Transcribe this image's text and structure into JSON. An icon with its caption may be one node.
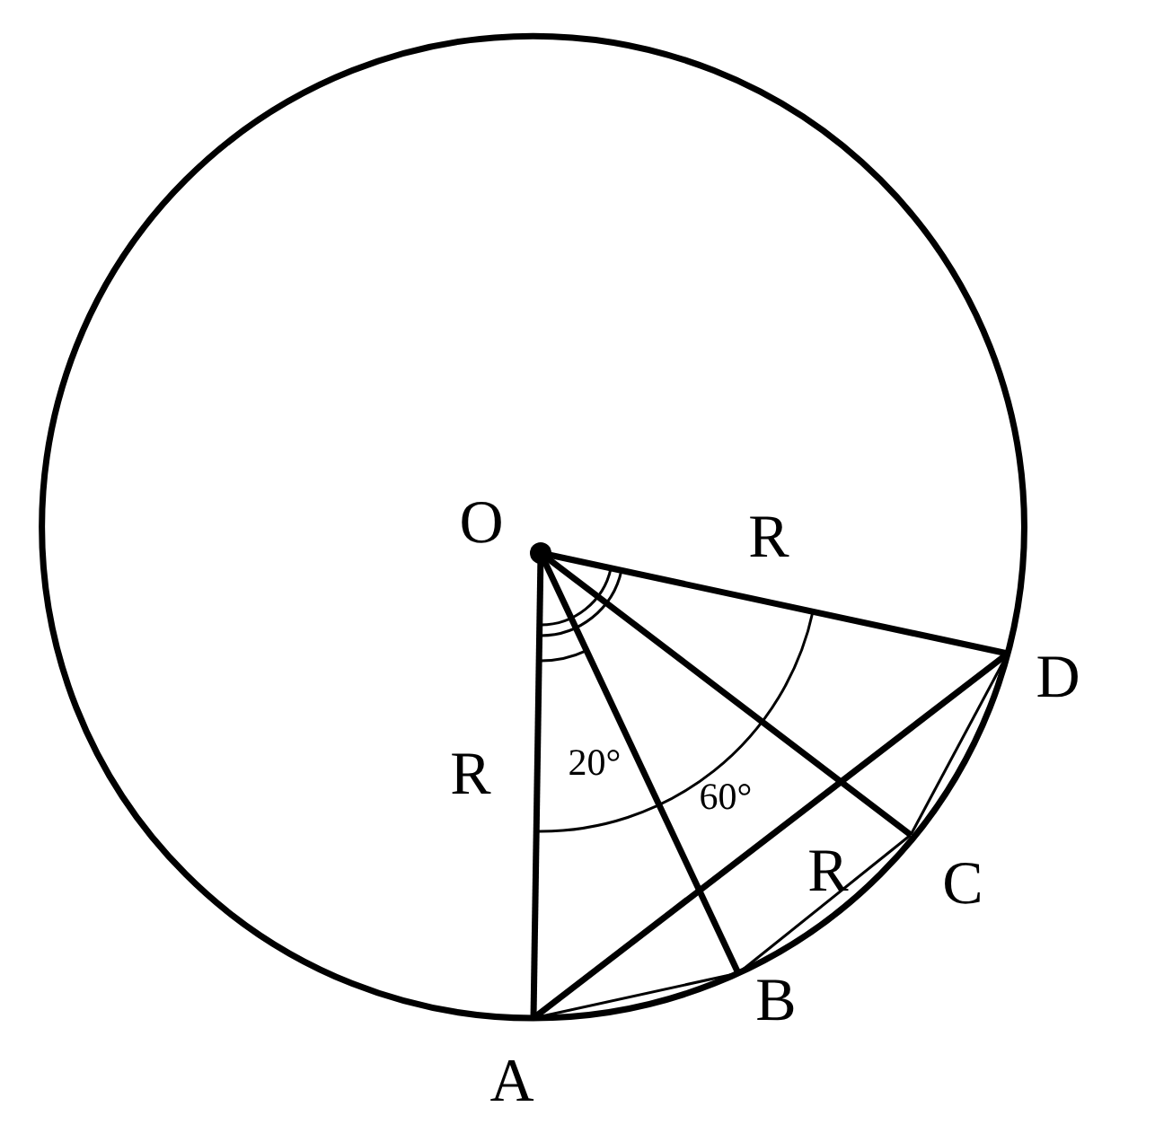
{
  "diagram": {
    "labels": [
      "O",
      "R",
      "R",
      "20°",
      "60°",
      "R",
      "C",
      "D",
      "B",
      "A"
    ]
  }
}
